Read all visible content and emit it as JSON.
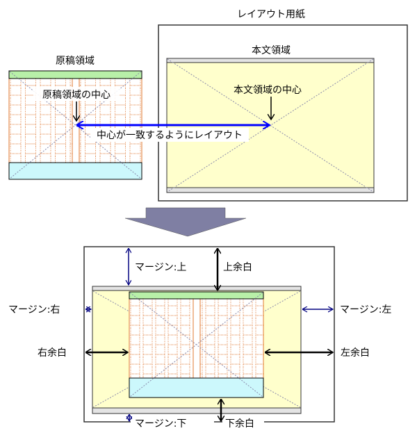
{
  "top_section": {
    "manuscript_area_title": "原稿領域",
    "manuscript_center_label": "原稿領域の中心",
    "layout_paper_title": "レイアウト用紙",
    "body_area_title": "本文領域",
    "body_center_label": "本文領域の中心",
    "align_label": "中心が一致するようにレイアウト"
  },
  "bottom_section": {
    "margin_top": "マージン:上",
    "space_top": "上余白",
    "margin_right": "マージン:右",
    "margin_left": "マージン:左",
    "space_right": "右余白",
    "space_left": "左余白",
    "margin_bottom": "マージン:下",
    "space_bottom": "下余白"
  },
  "colors": {
    "header_band": "#b8f0a8",
    "footer_band": "#ccf8fc",
    "body_area": "#ffffcc",
    "grid_lines": "#e07830",
    "blue_arrow": "#0000ff",
    "margin_arrow": "#000080",
    "big_arrow": "#7f7fa3"
  }
}
